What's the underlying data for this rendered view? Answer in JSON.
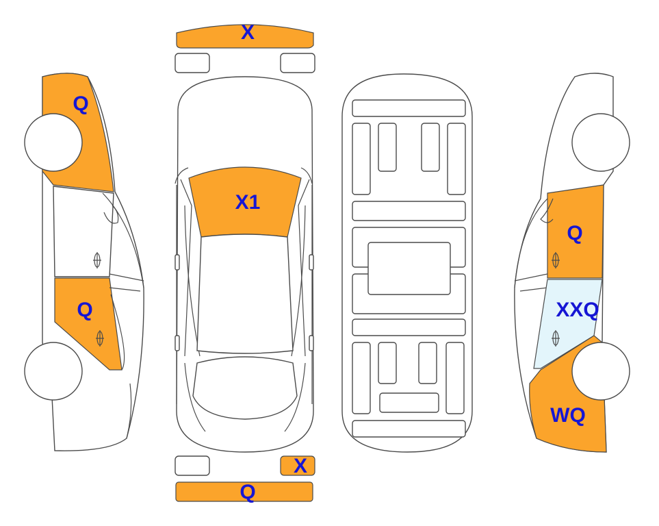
{
  "colors": {
    "damage_fill": "#fba42b",
    "damage_alt_fill": "#e3f5fb",
    "label_text": "#1616d4",
    "outline": "#4a4a4a"
  },
  "labels": {
    "front_bumper": "X",
    "windshield": "X1",
    "rear_left_corner": "X",
    "rear_bumper": "Q",
    "left_front_fender": "Q",
    "left_rear_door": "Q",
    "right_rear_door_upper": "Q",
    "right_rear_door_lower": "XXQ",
    "right_rear_quarter": "WQ"
  }
}
